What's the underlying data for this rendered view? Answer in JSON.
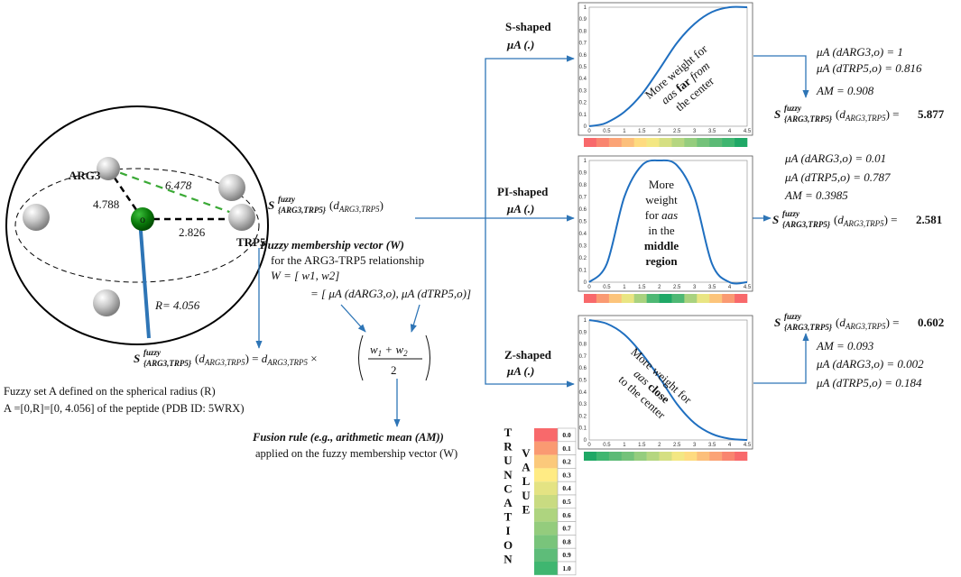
{
  "sphere": {
    "arg3": "ARG3",
    "trp5": "TRP5",
    "center": "o",
    "d_arg3_trp5": "6.478",
    "d_arg3_o": "4.788",
    "d_trp5_o": "2.826",
    "radius": "R= 4.056"
  },
  "fuzzy_set": {
    "line1": "Fuzzy set A defined on the spherical radius (R)",
    "line2": "A =[0,R]=[0, 4.056] of the peptide (PDB ID: 5WRX)"
  },
  "membership": {
    "title": "Fuzzy membership vector (W)",
    "line2": "for the ARG3-TRP5 relationship",
    "line3": "W = [ w1, w2]",
    "line4": "= [ μA (dARG3,o), μA (dTRP5,o)]"
  },
  "formulas": {
    "s_main": "S{ARG3,TRP5}fuzzy(dARG3,TRP5)",
    "equation": "S{ARG3,TRP5}fuzzy(dARG3,TRP5) = dARG3,TRP5 × ((w1 + w2)/2)"
  },
  "fusion": {
    "line1": "Fusion rule (e.g., arithmetic mean (AM))",
    "line2": "applied on the fuzzy membership vector (W)"
  },
  "shapes": [
    {
      "name": "S-shaped",
      "mu": "μA (.)",
      "note": [
        "More weight for",
        "aas far from",
        "the center"
      ]
    },
    {
      "name": "PI-shaped",
      "mu": "μA (.)",
      "note": [
        "More",
        "weight",
        "for aas",
        "in the",
        "middle",
        "region"
      ]
    },
    {
      "name": "Z-shaped",
      "mu": "μA (.)",
      "note": [
        "More weight for",
        "aas close",
        "to the center"
      ]
    }
  ],
  "results": {
    "s": {
      "mu_arg3": "μA (dARG3,o) = 1",
      "mu_trp5": "μA (dTRP5,o) = 0.816",
      "am": "AM = 0.908",
      "score": "5.877"
    },
    "pi": {
      "mu_arg3": "μA (dARG3,o) = 0.01",
      "mu_trp5": "μA (dTRP5,o) = 0.787",
      "am": "AM = 0.3985",
      "score": "2.581"
    },
    "z": {
      "score": "0.602",
      "am": "AM = 0.093",
      "mu_arg3": "μA (dARG3,o) = 0.002",
      "mu_trp5": "μA (dTRP5,o) = 0.184"
    }
  },
  "truncation": {
    "word1": [
      "T",
      "R",
      "U",
      "N",
      "C",
      "A",
      "T",
      "I",
      "O",
      "N"
    ],
    "word2": [
      "V",
      "A",
      "L",
      "U",
      "E"
    ],
    "values": [
      "0.0",
      "0.1",
      "0.2",
      "0.3",
      "0.4",
      "0.5",
      "0.6",
      "0.7",
      "0.8",
      "0.9",
      "1.0"
    ],
    "colors": [
      "#f8696b",
      "#fa9a72",
      "#fbc97b",
      "#ffeb84",
      "#e4e383",
      "#c9db81",
      "#aed47f",
      "#94cc7d",
      "#79c47b",
      "#5ebc79",
      "#3fb670"
    ]
  },
  "chart_data": [
    {
      "type": "line",
      "title": "S-shaped",
      "x": [
        0,
        0.25,
        0.5,
        1,
        1.5,
        2,
        2.5,
        3,
        3.5,
        4,
        4.5
      ],
      "values": [
        0,
        0.01,
        0.03,
        0.12,
        0.27,
        0.48,
        0.7,
        0.86,
        0.96,
        1,
        1
      ],
      "xlim": [
        0,
        4.5
      ],
      "ylim": [
        0,
        1
      ],
      "xticks": [
        "0",
        "0.5",
        "1",
        "1.5",
        "2",
        "2.5",
        "3",
        "3.5",
        "4",
        "4.5"
      ],
      "yticks": [
        "0",
        "0.1",
        "0.2",
        "0.3",
        "0.4",
        "0.5",
        "0.6",
        "0.7",
        "0.8",
        "0.9",
        "1"
      ],
      "band_colors": [
        "#f8696b",
        "#f9856f",
        "#fba376",
        "#fcbf7b",
        "#fedb80",
        "#f3e783",
        "#d5df82",
        "#b5d680",
        "#95cd7e",
        "#74c27a",
        "#5cba76",
        "#3fb670",
        "#1fa866"
      ]
    },
    {
      "type": "line",
      "title": "PI-shaped",
      "x": [
        0,
        0.5,
        1,
        1.5,
        2,
        2.5,
        3,
        3.5,
        4,
        4.5
      ],
      "values": [
        0,
        0.15,
        0.7,
        0.96,
        1,
        0.96,
        0.7,
        0.15,
        0,
        0
      ],
      "xlim": [
        0,
        4.5
      ],
      "ylim": [
        0,
        1
      ],
      "xticks": [
        "0",
        "0.5",
        "1",
        "1.5",
        "2",
        "2.5",
        "3",
        "3.5",
        "4",
        "4.5"
      ],
      "yticks": [
        "0",
        "0.1",
        "0.2",
        "0.3",
        "0.4",
        "0.5",
        "0.6",
        "0.7",
        "0.8",
        "0.9",
        "1"
      ],
      "band_colors": [
        "#f8696b",
        "#fa9a72",
        "#fcc47b",
        "#e9e583",
        "#a9d27f",
        "#4eb874",
        "#1fa866",
        "#4eb874",
        "#a9d27f",
        "#e9e583",
        "#fcc47b",
        "#fa9a72",
        "#f8696b"
      ]
    },
    {
      "type": "line",
      "title": "Z-shaped",
      "x": [
        0,
        0.5,
        1,
        1.5,
        2,
        2.5,
        3,
        3.5,
        4,
        4.5
      ],
      "values": [
        1,
        0.97,
        0.88,
        0.72,
        0.52,
        0.3,
        0.14,
        0.05,
        0.01,
        0
      ],
      "xlim": [
        0,
        4.5
      ],
      "ylim": [
        0,
        1
      ],
      "xticks": [
        "0",
        "0.5",
        "1",
        "1.5",
        "2",
        "2.5",
        "3",
        "3.5",
        "4",
        "4.5"
      ],
      "yticks": [
        "0",
        "0.1",
        "0.2",
        "0.3",
        "0.4",
        "0.5",
        "0.6",
        "0.7",
        "0.8",
        "0.9",
        "1"
      ],
      "band_colors": [
        "#1fa866",
        "#3fb670",
        "#5cba76",
        "#74c27a",
        "#95cd7e",
        "#b5d680",
        "#d5df82",
        "#f3e783",
        "#fedb80",
        "#fcbf7b",
        "#fba376",
        "#f9856f",
        "#f8696b"
      ]
    }
  ]
}
